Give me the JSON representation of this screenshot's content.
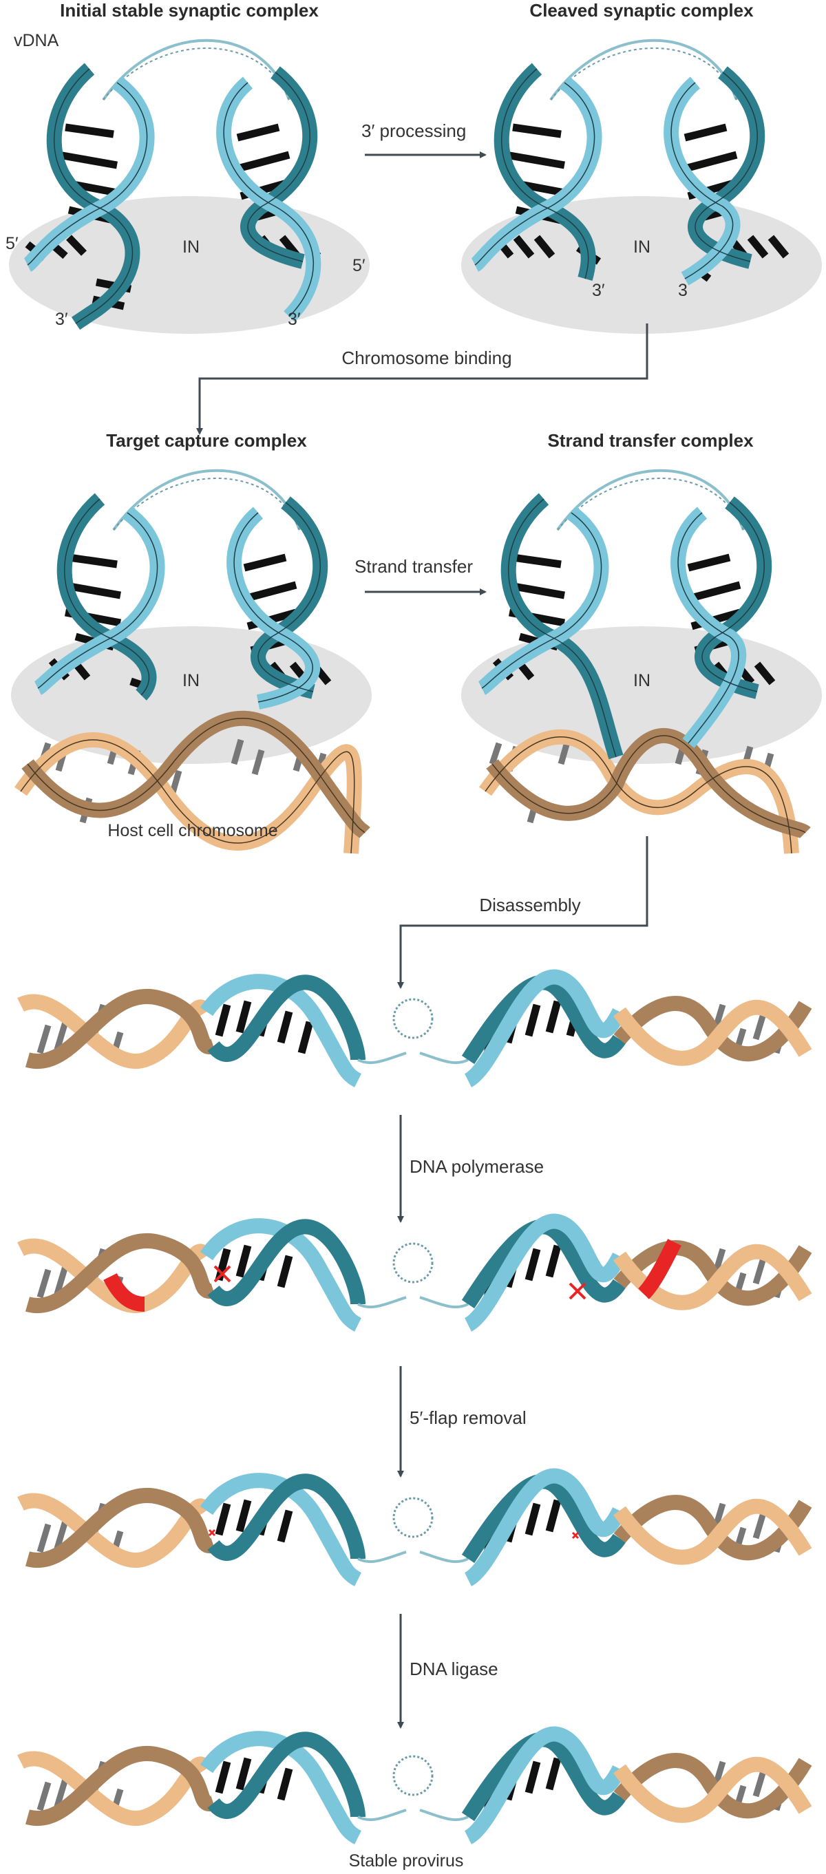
{
  "titles": {
    "initial": "Initial stable synaptic complex",
    "cleaved": "Cleaved synaptic complex",
    "target": "Target capture complex",
    "strand": "Strand transfer complex"
  },
  "labels": {
    "vdna": "vDNA",
    "in": "IN",
    "five_prime": "5′",
    "three_prime": "3′",
    "three_plain": "3",
    "host": "Host cell chromosome",
    "provirus": "Stable provirus"
  },
  "steps": {
    "processing": "3′ processing",
    "chromosome_binding": "Chromosome binding",
    "strand_transfer": "Strand transfer",
    "disassembly": "Disassembly",
    "polymerase": "DNA polymerase",
    "flap": "5′-flap removal",
    "ligase": "DNA ligase"
  },
  "colors": {
    "viral_light": "#7cc6dc",
    "viral_dark": "#2e7f8d",
    "host_light": "#ecbb87",
    "host_dark": "#a9825c",
    "integrase": "#e2e2e2",
    "new_dna": "#e82525",
    "arrow": "#3f4a52"
  }
}
